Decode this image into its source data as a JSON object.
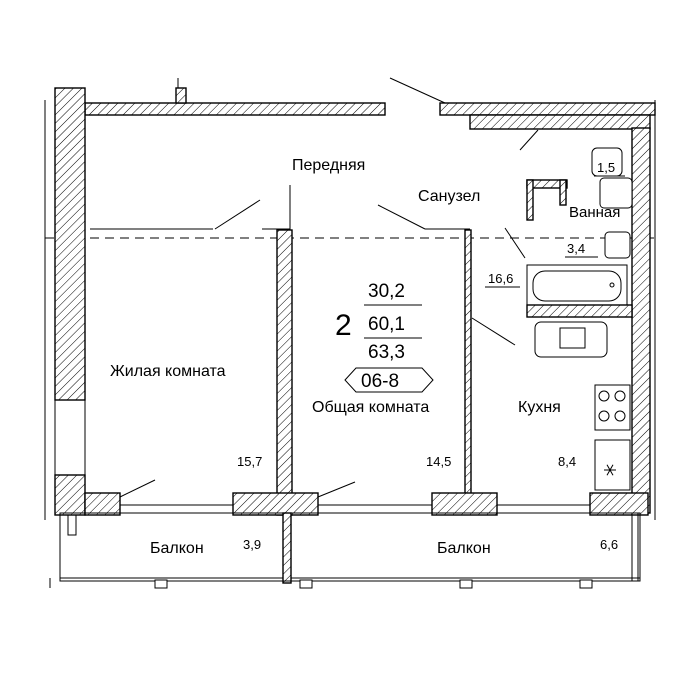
{
  "apartment": {
    "rooms_count": "2",
    "living_area": "30,2",
    "total_area": "60,1",
    "total_area_with_balcony": "63,3",
    "type_code": "06-8"
  },
  "rooms": [
    {
      "name": "Передняя"
    },
    {
      "name": "Санузел"
    },
    {
      "name": "Ванная"
    },
    {
      "name": "Жилая комната",
      "area": "15,7"
    },
    {
      "name": "Общая комната",
      "area": "14,5"
    },
    {
      "name": "Кухня",
      "area": "8,4"
    },
    {
      "name": "Балкон",
      "area": "3,9"
    },
    {
      "name": "Балкон",
      "area": "6,6"
    }
  ],
  "extra_areas": {
    "hall": "16,6",
    "bath": "3,4",
    "wc": "1,5"
  },
  "icons": {
    "fridge": "snowflake-icon"
  }
}
